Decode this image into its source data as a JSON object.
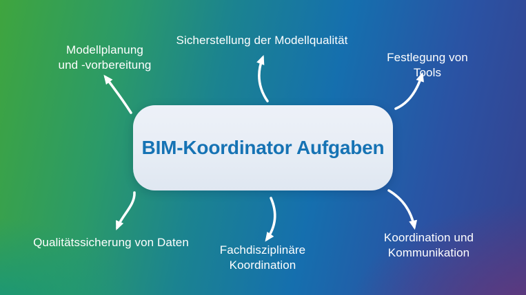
{
  "diagram": {
    "center": "BIM-Koordinator Aufgaben",
    "nodes": [
      {
        "label": "Modellplanung\nund -vorbereitung"
      },
      {
        "label": "Sicherstellung der Modellqualität"
      },
      {
        "label": "Festlegung von Tools"
      },
      {
        "label": "Qualitätssicherung von Daten"
      },
      {
        "label": "Fachdisziplinäre\nKoordination"
      },
      {
        "label": "Koordination und\nKommunikation"
      }
    ],
    "colors": {
      "title_text": "#1673b4",
      "box_bg": "#e7edf5",
      "label_text": "#ffffff",
      "arrow": "#ffffff",
      "bg_green": "#3fa53e",
      "bg_green_teal": "#2b9a68",
      "bg_teal": "#1b8390",
      "bg_blue": "#156fae",
      "bg_blue_deep": "#2a53a4",
      "bg_indigo": "#36418e",
      "bg_purple": "#62387c",
      "bg_teal_glow": "#18967a"
    }
  }
}
